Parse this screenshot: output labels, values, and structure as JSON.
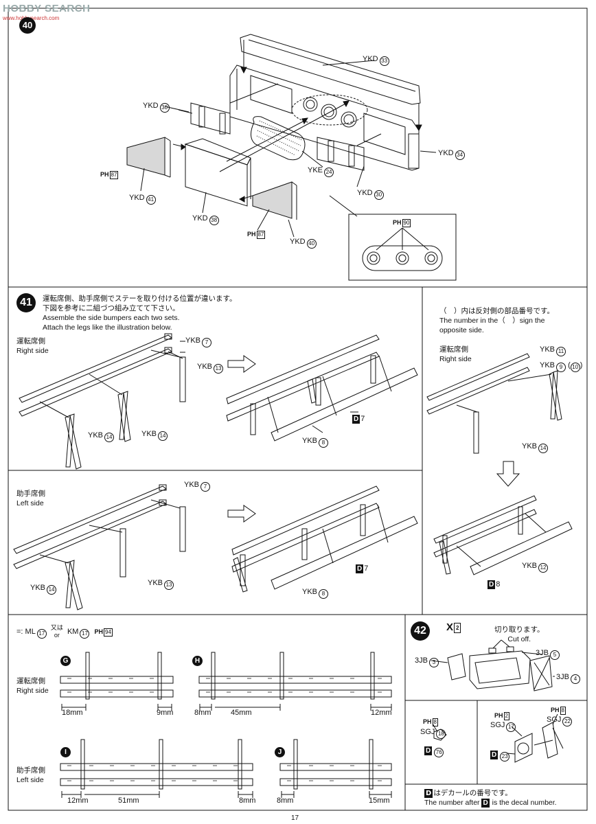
{
  "watermark": {
    "brand": "HOBBY SEARCH",
    "sub": "www.hobbysearch.com"
  },
  "step40": {
    "number": "40",
    "parts": {
      "ykd33": {
        "code": "YKD",
        "num": "33"
      },
      "ykd30a": {
        "code": "YKD",
        "num": "30"
      },
      "ykd34": {
        "code": "YKD",
        "num": "34"
      },
      "ykd30b": {
        "code": "YKD",
        "num": "30"
      },
      "yke24": {
        "code": "YKE",
        "num": "24"
      },
      "ykd41": {
        "code": "YKD",
        "num": "41"
      },
      "ykd38": {
        "code": "YKD",
        "num": "38"
      },
      "ykd40": {
        "code": "YKD",
        "num": "40"
      }
    },
    "paint_a": {
      "prefix": "PH",
      "code": "87"
    },
    "paint_b": {
      "prefix": "PH",
      "code": "87"
    },
    "paint_c": {
      "prefix": "PH",
      "code": "90"
    }
  },
  "step41": {
    "number": "41",
    "instructions_jp": [
      "運転席側、助手席側でステーを取り付ける位置が違います。",
      "下図を参考に二組づつ組み立てて下さい。"
    ],
    "instructions_en": [
      "Assemble the side bumpers each two sets.",
      "Attach the legs like the illustration below."
    ],
    "right_side": {
      "jp": "運転席側",
      "en": "Right side"
    },
    "left_side": {
      "jp": "助手席側",
      "en": "Left side"
    },
    "labels": {
      "ykb7": {
        "code": "YKB",
        "num": "7"
      },
      "ykb13": {
        "code": "YKB",
        "num": "13"
      },
      "ykb14": {
        "code": "YKB",
        "num": "14"
      },
      "ykb8": {
        "code": "YKB",
        "num": "8"
      },
      "d7": {
        "letter": "D",
        "num": "7"
      }
    },
    "opposite_note": {
      "jp": "（　）内は反対側の部品番号です。",
      "en": [
        "The number in the（　）sign the",
        "opposite side."
      ]
    },
    "right_panel": {
      "ykb11": {
        "code": "YKB",
        "num": "11"
      },
      "ykb9": {
        "code": "YKB",
        "num": "9",
        "alt": "10"
      },
      "ykb14": {
        "code": "YKB",
        "num": "14"
      },
      "ykb12": {
        "code": "YKB",
        "num": "12"
      },
      "d8": {
        "letter": "D",
        "num": "8"
      }
    }
  },
  "paint_legend": {
    "colon": "=: ML",
    "ml": "17",
    "or_jp": "又は",
    "or_en": "or",
    "km": "KM",
    "km_num": "17",
    "ph": "PH",
    "ph_code": "94"
  },
  "rails": {
    "g": {
      "letter": "G",
      "dims": [
        "18mm",
        "9mm"
      ]
    },
    "h": {
      "letter": "H",
      "dims": [
        "8mm",
        "45mm",
        "12mm"
      ]
    },
    "i": {
      "letter": "I",
      "dims": [
        "12mm",
        "51mm",
        "8mm"
      ]
    },
    "j": {
      "letter": "J",
      "dims": [
        "8mm",
        "15mm"
      ]
    },
    "right_side": {
      "jp": "運転席側",
      "en": "Right side"
    },
    "left_side": {
      "jp": "助手席側",
      "en": "Left side"
    }
  },
  "step42": {
    "number": "42",
    "cut_symbol": "X",
    "cut_num": "2",
    "cut_jp": "切り取ります。",
    "cut_en": "Cut off.",
    "parts": {
      "jb3": {
        "code": "3JB",
        "num": "3"
      },
      "jb5": {
        "code": "3JB",
        "num": "5"
      },
      "jb4": {
        "code": "3JB",
        "num": "4"
      },
      "sgj18": {
        "code": "SGJ",
        "num": "18"
      },
      "sgj17": {
        "code": "SGJ",
        "num": "17"
      },
      "sgj22": {
        "code": "SGJ",
        "num": "22"
      }
    },
    "paint1": {
      "prefix": "PH",
      "code": "8"
    },
    "paint2": {
      "prefix": "PH",
      "code": "2"
    },
    "paint3": {
      "prefix": "PH",
      "code": "8"
    },
    "decal1": {
      "letter": "D",
      "num": "76"
    },
    "decal2": {
      "letter": "D",
      "num": "23"
    },
    "decal_note_jp": "はデカールの番号です。",
    "decal_note_en_a": "The number after",
    "decal_note_en_b": "is the decal number.",
    "decal_letter": "D"
  },
  "page_number": "17"
}
